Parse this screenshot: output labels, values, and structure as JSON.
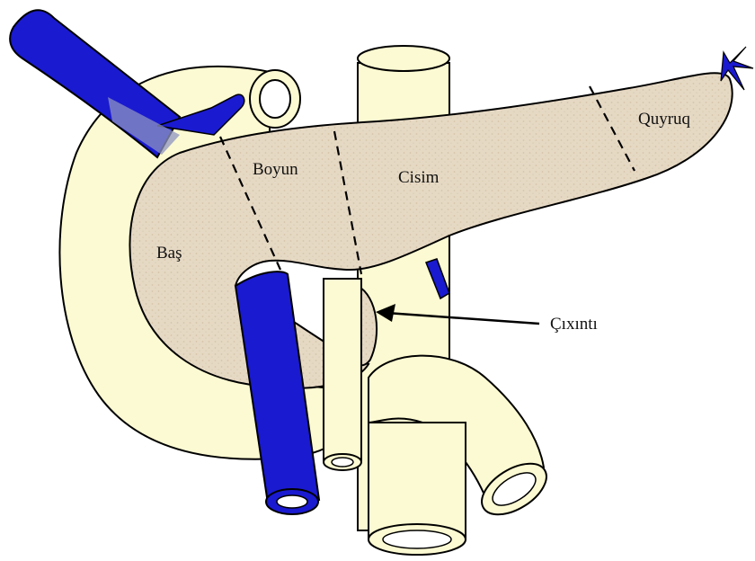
{
  "labels": {
    "head": "Baş",
    "neck": "Boyun",
    "body": "Cisim",
    "tail": "Quyruq",
    "process": "Çıxıntı"
  },
  "colors": {
    "pancreas_fill": "#e6d9c4",
    "vessel_fill": "#fcfad2",
    "vein_fill": "#1a1ad0",
    "outline": "#000000"
  }
}
